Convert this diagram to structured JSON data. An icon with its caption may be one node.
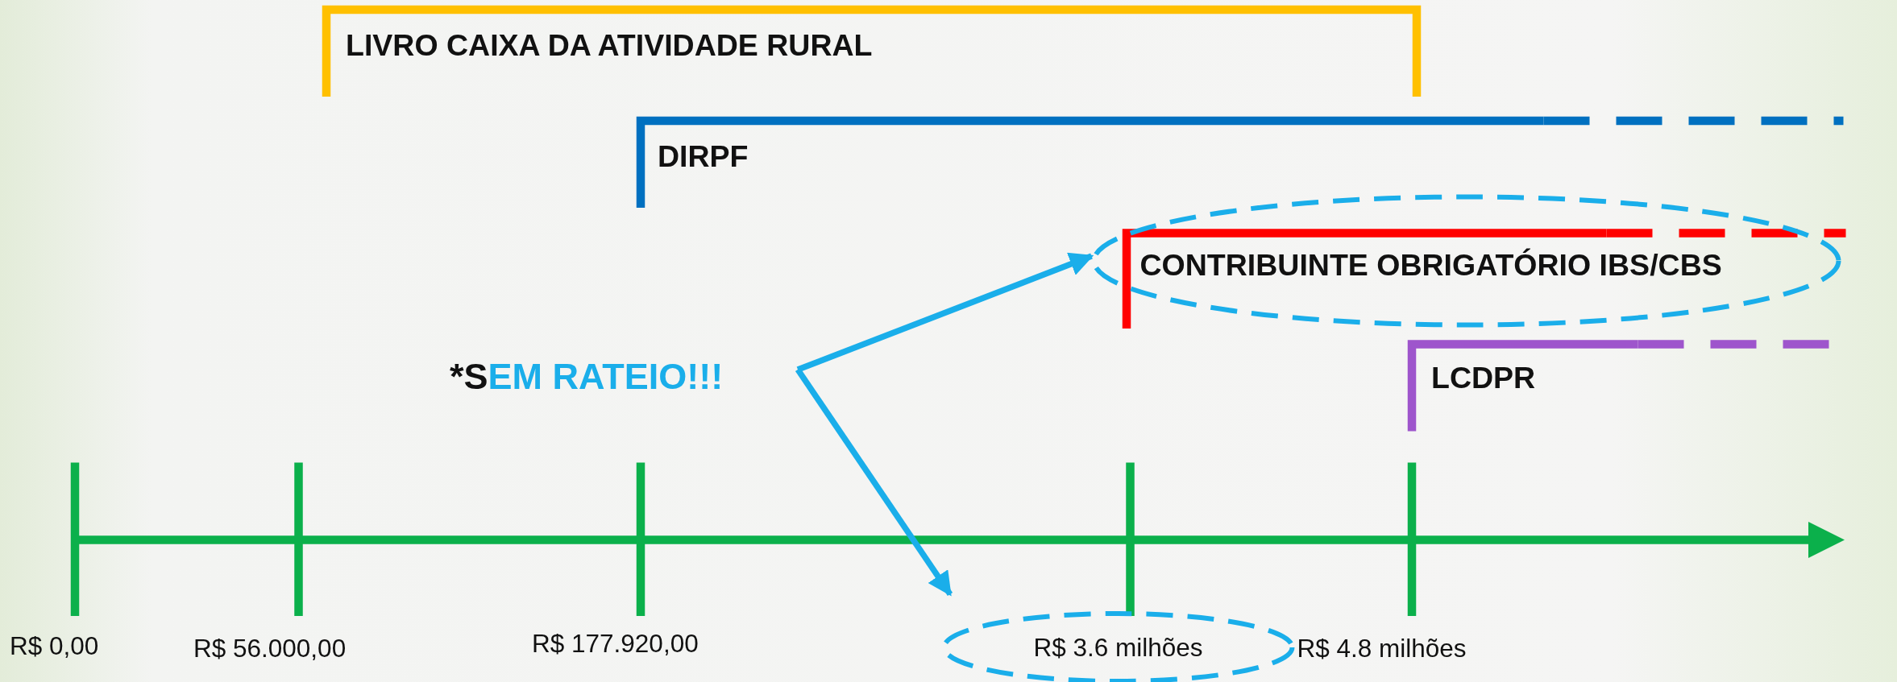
{
  "diagram": {
    "nodes": [
      {
        "text": [
          "LIVRO CAIXA DA ATIVIDADE RURAL"
        ]
      },
      {
        "text": [
          "DIRPF"
        ]
      },
      {
        "text": [
          "CONTRIBUINTE OBRIGATÓRIO IBS/CBS"
        ]
      },
      {
        "text": [
          "LCDPR"
        ]
      },
      {
        "text": [
          "*SEM RATEIO!!!"
        ]
      },
      {
        "text": [
          "R$ 3.6 milhões"
        ]
      }
    ],
    "edges": [
      {
        "from": 4,
        "to": 2,
        "arrow": "to"
      },
      {
        "from": 4,
        "to": 5,
        "arrow": "to"
      }
    ],
    "labels": [
      "R$ 0,00",
      "R$ 56.000,00",
      "R$ 177.920,00",
      "R$ 4.8 milhões"
    ]
  }
}
